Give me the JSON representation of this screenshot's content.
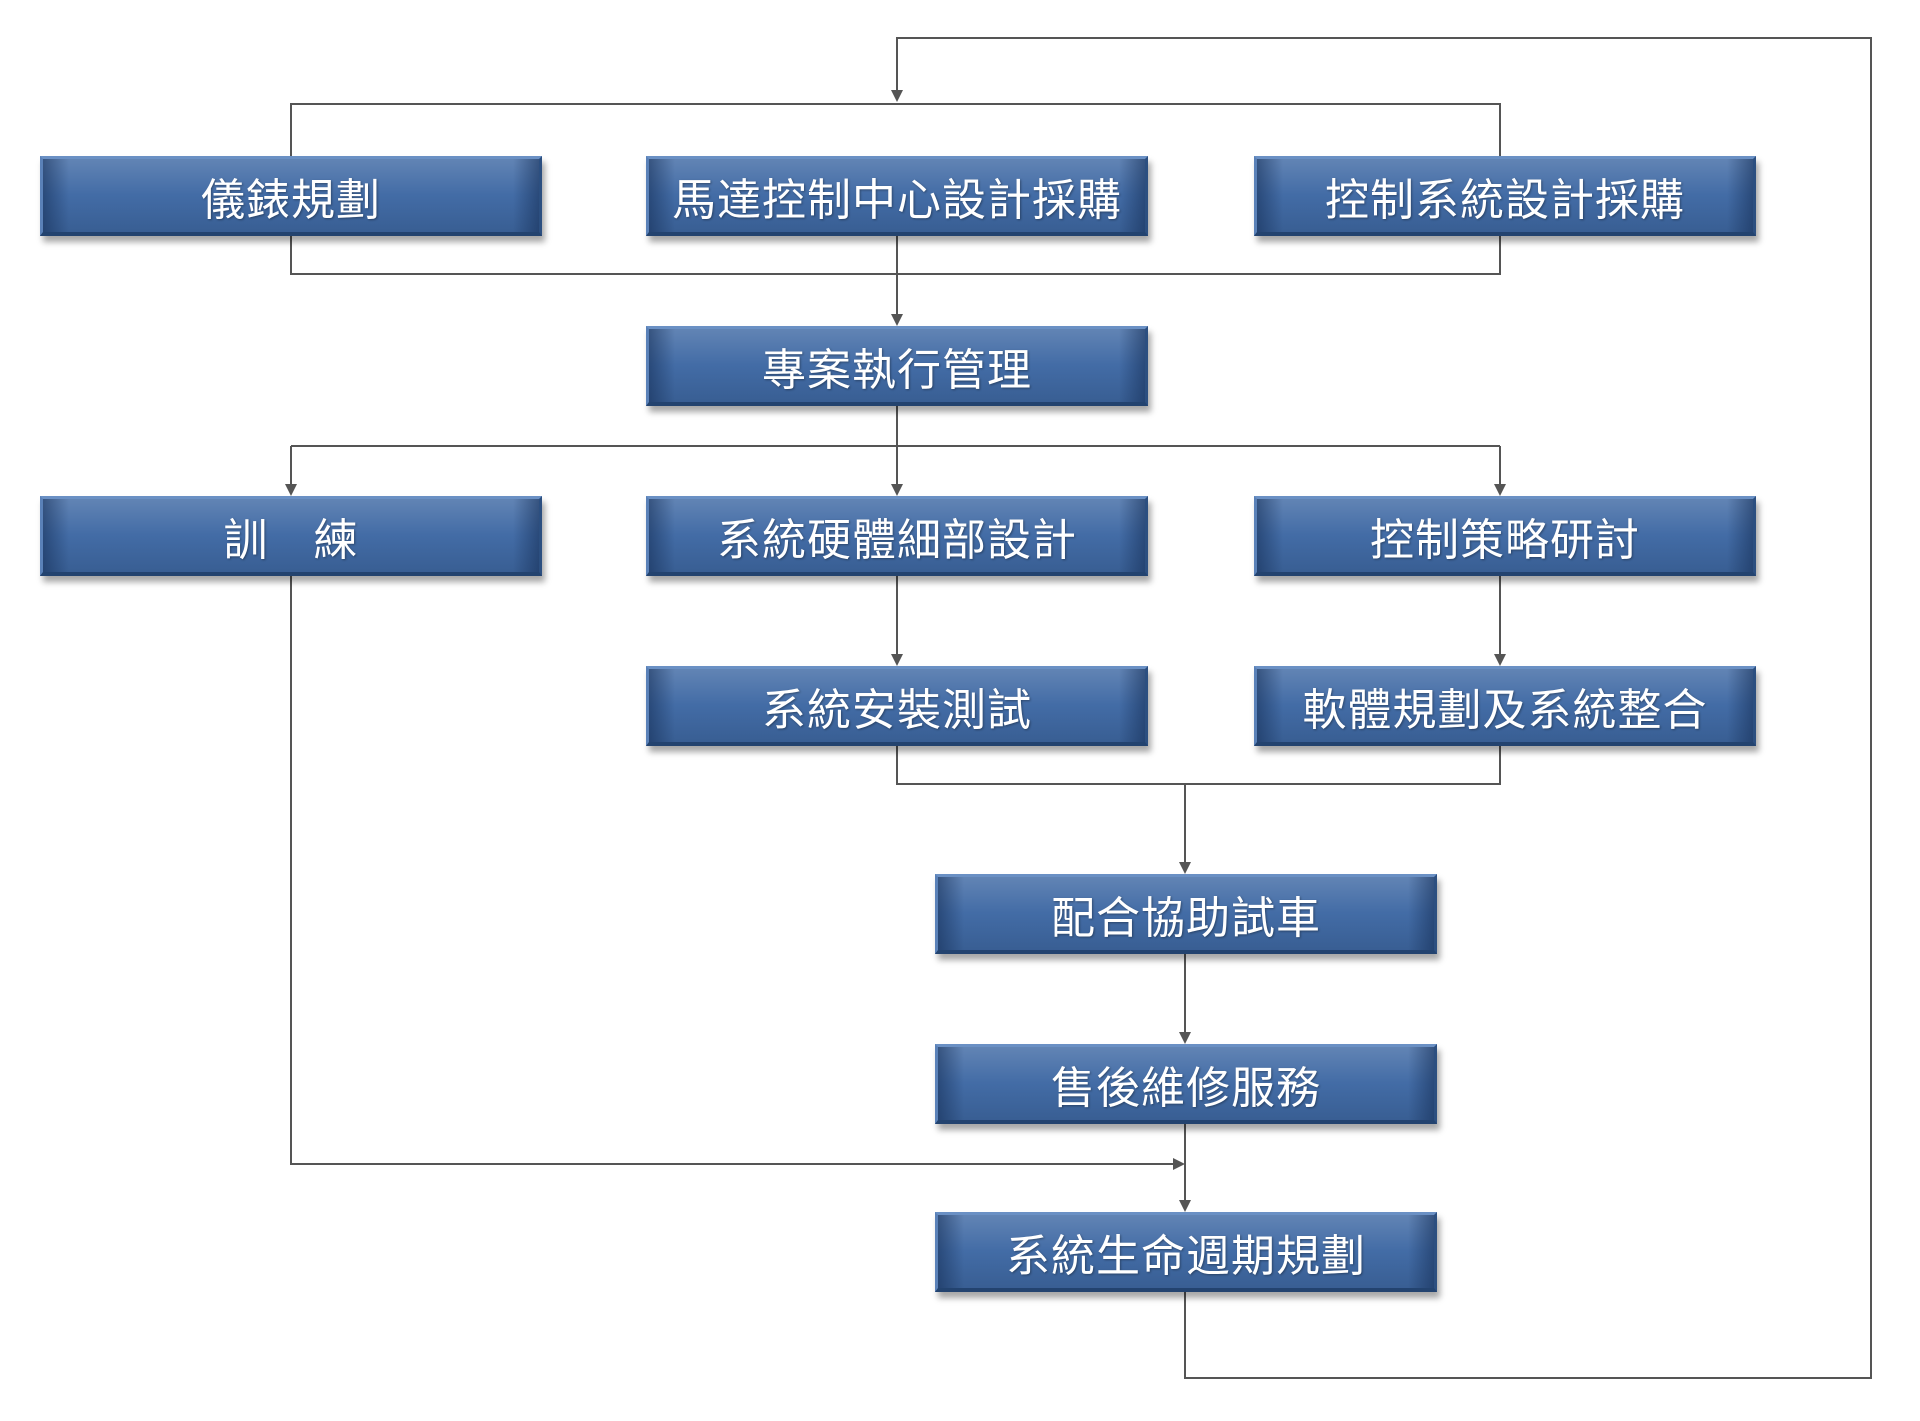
{
  "diagram": {
    "nodes": {
      "instrument_planning": "儀錶規劃",
      "mcc_design_procurement": "馬達控制中心設計採購",
      "control_system_design_procurement": "控制系統設計採購",
      "project_execution_management": "專案執行管理",
      "training": "訓　練",
      "system_hardware_detail_design": "系統硬體細部設計",
      "control_strategy_discussion": "控制策略研討",
      "system_installation_test": "系統安裝測試",
      "software_planning_integration": "軟體規劃及系統整合",
      "assist_trial_run": "配合協助試車",
      "after_sales_service": "售後維修服務",
      "system_lifecycle_planning": "系統生命週期規劃"
    },
    "colors": {
      "box_fill": "#3f69a4",
      "box_text": "#ffffff",
      "connector": "#555555"
    }
  }
}
